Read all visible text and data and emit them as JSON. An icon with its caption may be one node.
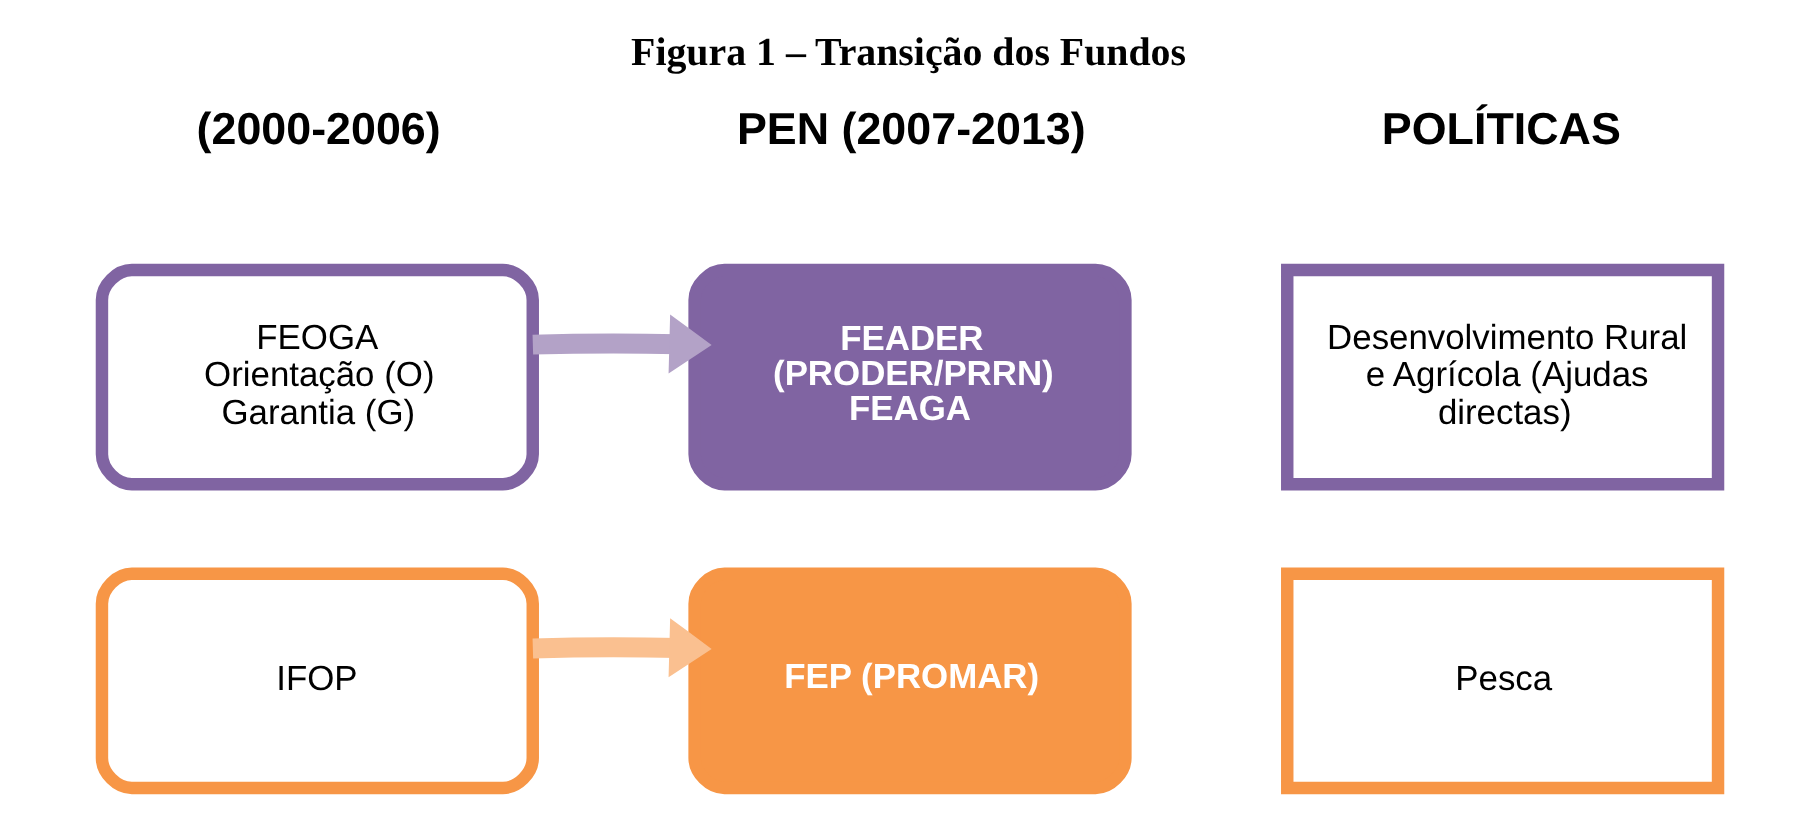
{
  "diagram": {
    "title": "Figura 1 – Transição dos Fundos",
    "nodes": [
      {
        "text": [
          "FEOGA",
          "Orientação (O)",
          "Garantia (G)"
        ]
      },
      {
        "text": [
          "FEADER",
          "(PRODER/PRRN)",
          "FEAGA"
        ]
      },
      {
        "text": [
          "Desenvolvimento Rural e Agrícola (Ajudas directas)"
        ]
      },
      {
        "text": [
          "IFOP"
        ]
      },
      {
        "text": [
          "FEP (PROMAR)"
        ]
      },
      {
        "text": [
          "Pesca"
        ]
      }
    ],
    "edges": [
      {
        "from": 0,
        "to": 1,
        "arrow": "to",
        "color": "#b3a2c7"
      },
      {
        "from": 3,
        "to": 4,
        "arrow": "to",
        "color": "#fac090"
      }
    ],
    "labels": [
      "(2000-2006)",
      "PEN (2007-2013)",
      "POLÍTICAS"
    ]
  }
}
